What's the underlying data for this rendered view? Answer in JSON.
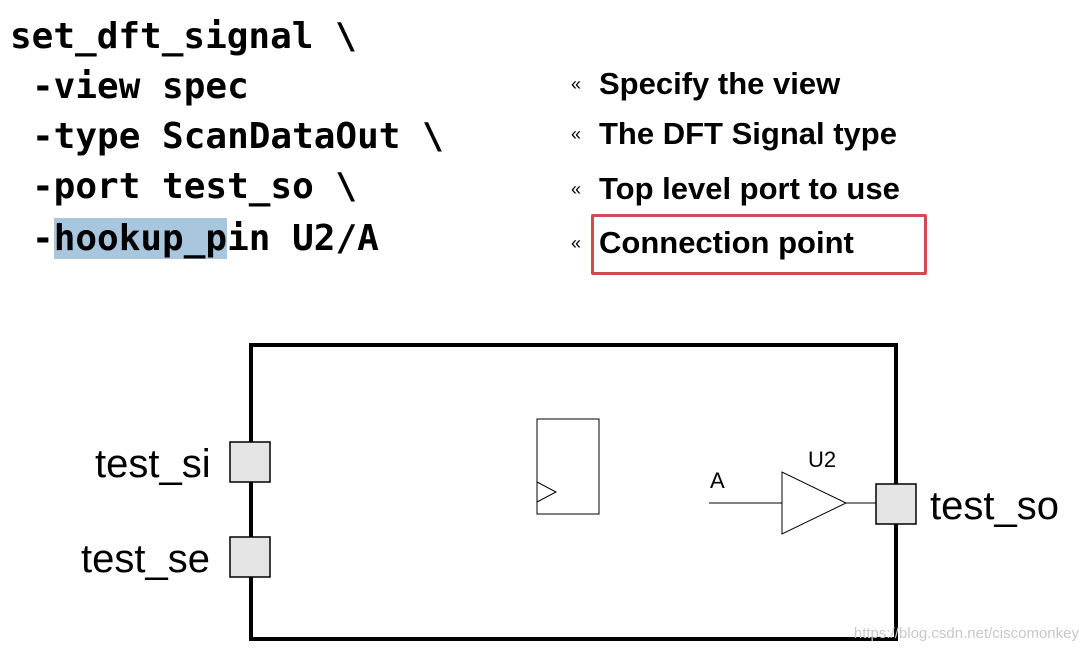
{
  "code": {
    "line1": "set_dft_signal \\",
    "line2": "-view spec",
    "line3": "-type ScanDataOut \\",
    "line4": "-port test_so \\",
    "line5_prefix": "-",
    "line5_highlight": "hookup_p",
    "line5_rest": "in U2/A",
    "highlight_color": "#a9c6df"
  },
  "annotations": [
    {
      "bullet": "«",
      "text": "Specify the view"
    },
    {
      "bullet": "«",
      "text": "The DFT Signal type"
    },
    {
      "bullet": "«",
      "text": "Top level port to use"
    },
    {
      "bullet": "«",
      "text": "Connection point"
    }
  ],
  "highlight_box_color": "#d24a4f",
  "diagram": {
    "ports": {
      "test_si": "test_si",
      "test_se": "test_se",
      "test_so": "test_so"
    },
    "pin_label": "A",
    "cell_label": "U2",
    "port_fill": "#e5e5e5"
  },
  "watermark": "https://blog.csdn.net/ciscomonkey"
}
